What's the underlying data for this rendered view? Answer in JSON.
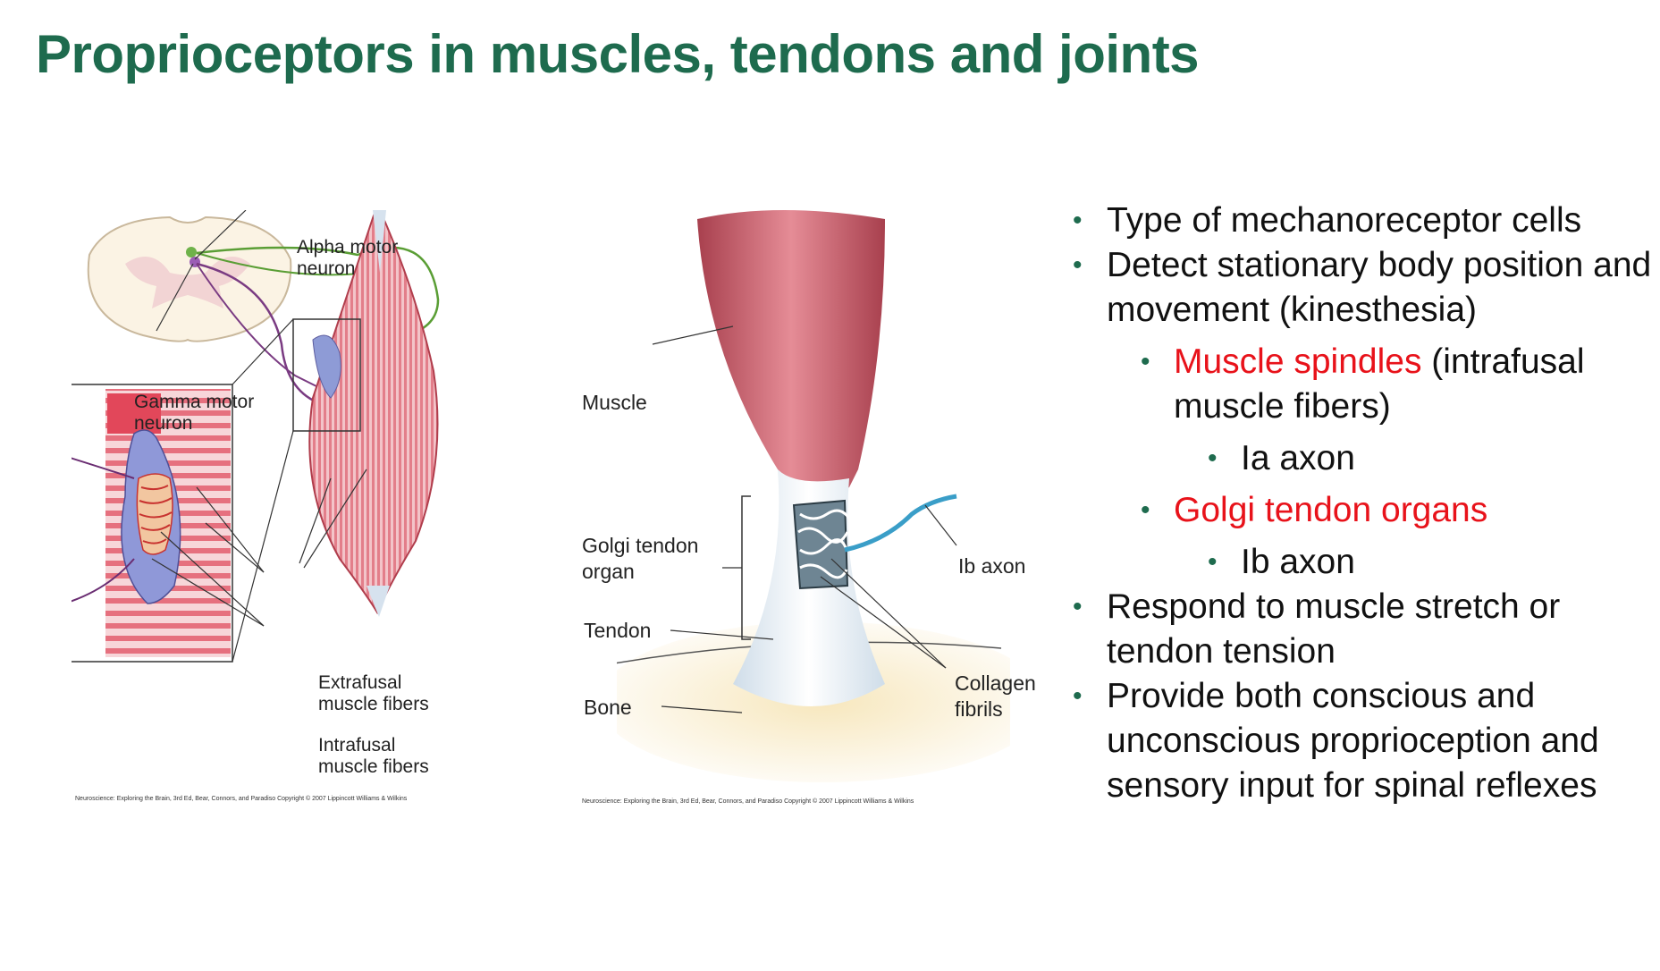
{
  "title": "Proprioceptors in muscles, tendons and joints",
  "colors": {
    "title": "#1e6b4e",
    "bullet": "#1e6b4e",
    "highlight": "#e8121a",
    "muscle": "#d8646f",
    "tendon": "#e6eef4"
  },
  "figure_left": {
    "labels": {
      "alpha": "Alpha motor\nneuron",
      "gamma": "Gamma motor\nneuron",
      "extrafusal": "Extrafusal\nmuscle fibers",
      "intrafusal": "Intrafusal\nmuscle fibers"
    },
    "credit": "Neuroscience: Exploring the Brain, 3rd Ed, Bear, Connors, and Paradiso Copyright © 2007 Lippincott Williams & Wilkins"
  },
  "figure_right": {
    "labels": {
      "muscle": "Muscle",
      "golgi": "Golgi tendon\norgan",
      "tendon": "Tendon",
      "bone": "Bone",
      "ib_axon": "Ib axon",
      "collagen": "Collagen\nfibrils"
    },
    "credit": "Neuroscience: Exploring the Brain, 3rd Ed, Bear, Connors, and Paradiso Copyright © 2007 Lippincott Williams & Wilkins"
  },
  "bullets": {
    "b1": "Type of mechanoreceptor cells",
    "b2": "Detect stationary body position and movement (kinesthesia)",
    "b3_red": "Muscle spindles",
    "b3_rest": " (intrafusal muscle fibers)",
    "b4": "Ia axon",
    "b5_red": "Golgi tendon organs",
    "b6": "Ib axon",
    "b7": "Respond to muscle stretch or tendon tension",
    "b8": "Provide both conscious and unconscious proprioception and sensory input for spinal reflexes"
  }
}
